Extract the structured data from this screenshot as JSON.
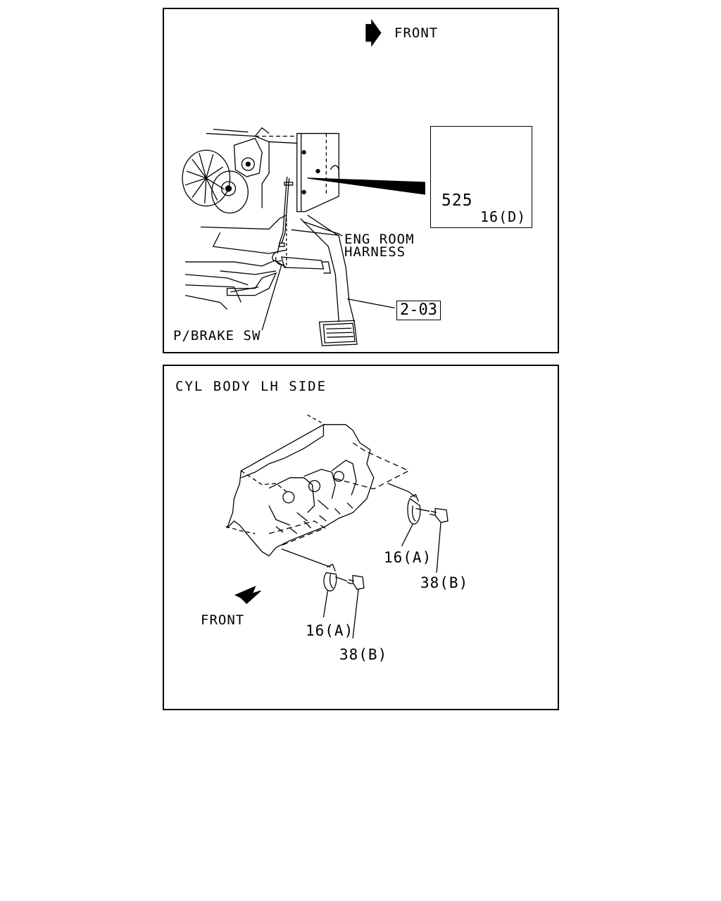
{
  "top_panel": {
    "front_label": "FRONT",
    "eng_room_label_line1": "ENG ROOM",
    "eng_room_label_line2": "HARNESS",
    "pbrake_label": "P/BRAKE SW",
    "ref_code": "2-03",
    "inset": {
      "part_nut": "525",
      "part_clip": "16(D)"
    }
  },
  "bottom_panel": {
    "title": "CYL BODY LH SIDE",
    "front_label": "FRONT",
    "callouts": {
      "clip_upper": "16(A)",
      "bolt_upper": "38(B)",
      "clip_lower": "16(A)",
      "bolt_lower": "38(B)"
    }
  }
}
